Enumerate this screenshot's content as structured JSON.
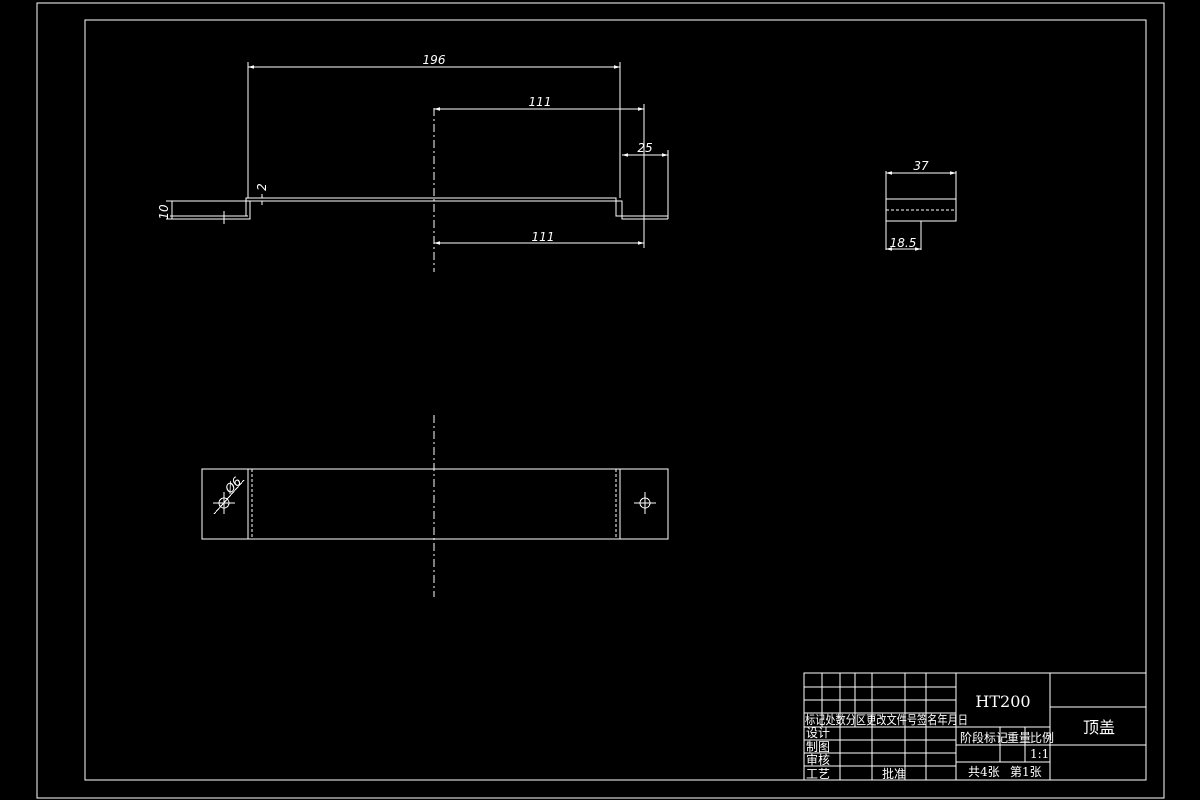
{
  "drawing": {
    "dimensions": {
      "overall_length": "196",
      "half_length_top": "111",
      "half_length_bottom": "111",
      "flange_height": "25",
      "step_height": "10",
      "thickness": "2",
      "side_width": "37",
      "side_half_width": "18.5",
      "hole_diameter": "Ø6"
    }
  },
  "title_block": {
    "material": "HT200",
    "part_name": "顶盖",
    "revision_header": "标记处数分区更改文件号签名年月日",
    "design_label": "设计",
    "drafting_label": "制图",
    "review_label": "审核",
    "process_label": "工艺",
    "approve_label": "批准",
    "stage_header": "阶段标记",
    "weight_header": "重量",
    "scale_header": "比例",
    "scale_value": "1:1",
    "sheets_total": "共4张",
    "sheet_number": "第1张"
  }
}
